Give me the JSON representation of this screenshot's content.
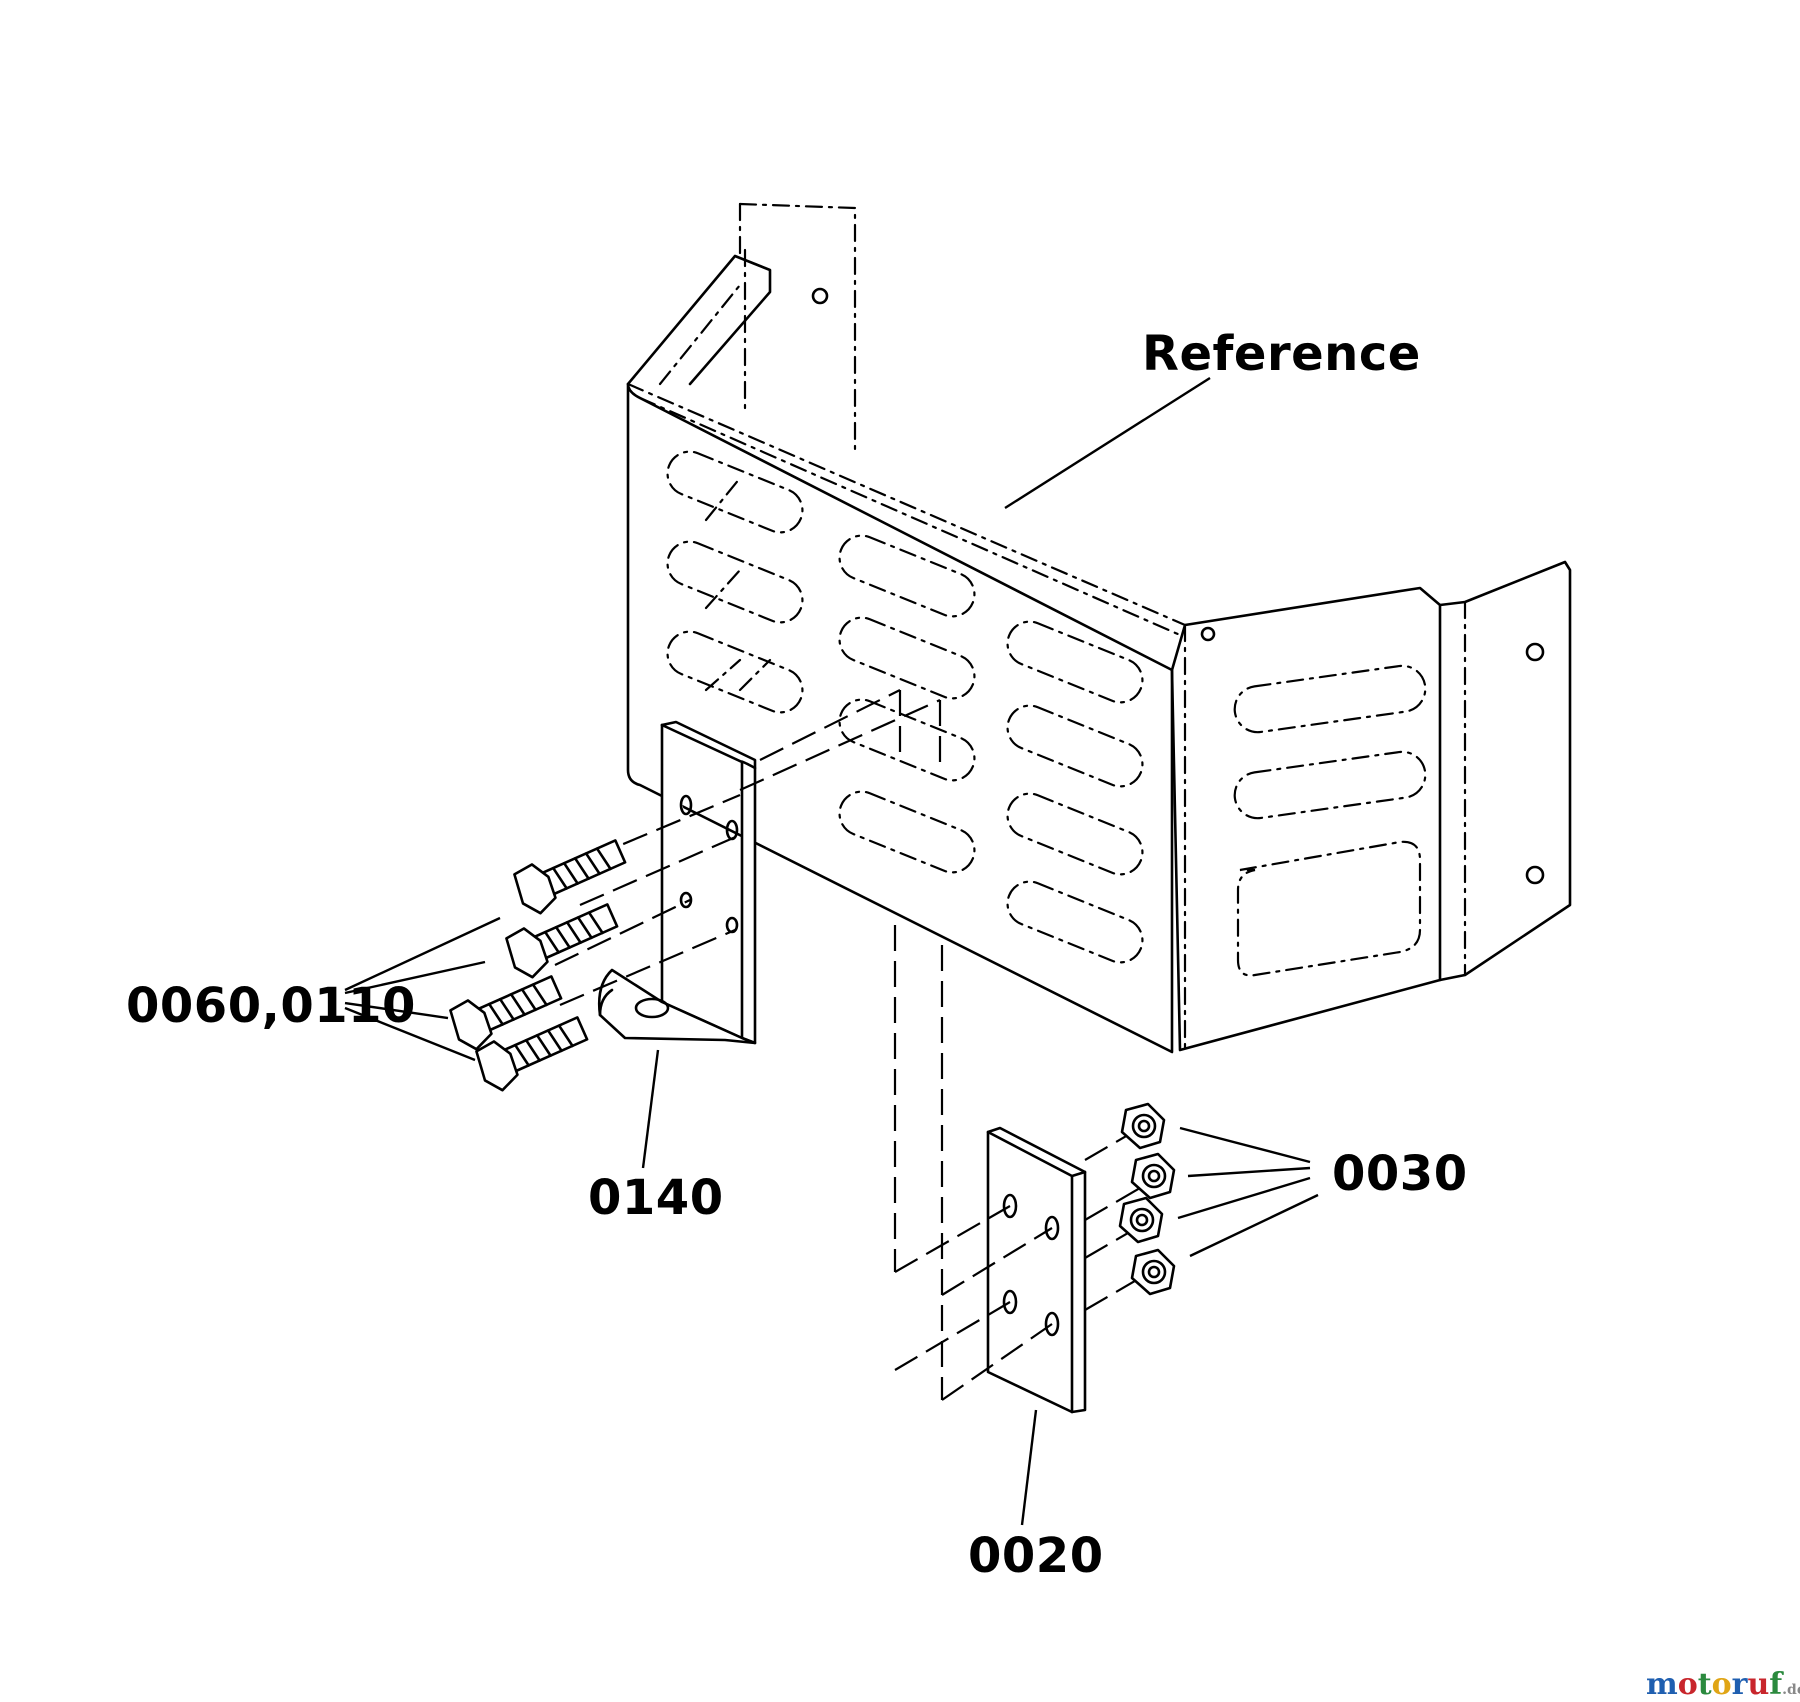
{
  "labels": {
    "reference": "Reference",
    "bolts": "0060,0110",
    "bracket": "0140",
    "nuts": "0030",
    "plate": "0020"
  },
  "watermark": {
    "m": "m",
    "o1": "o",
    "t": "t",
    "o2": "o",
    "r": "r",
    "u": "u",
    "f": "f",
    "tld": ".de",
    "colors": [
      "#1f5fb0",
      "#c8262c",
      "#2b8a3e",
      "#e0a516",
      "#1f5fb0",
      "#c8262c",
      "#2b8a3e",
      "#888888"
    ]
  }
}
